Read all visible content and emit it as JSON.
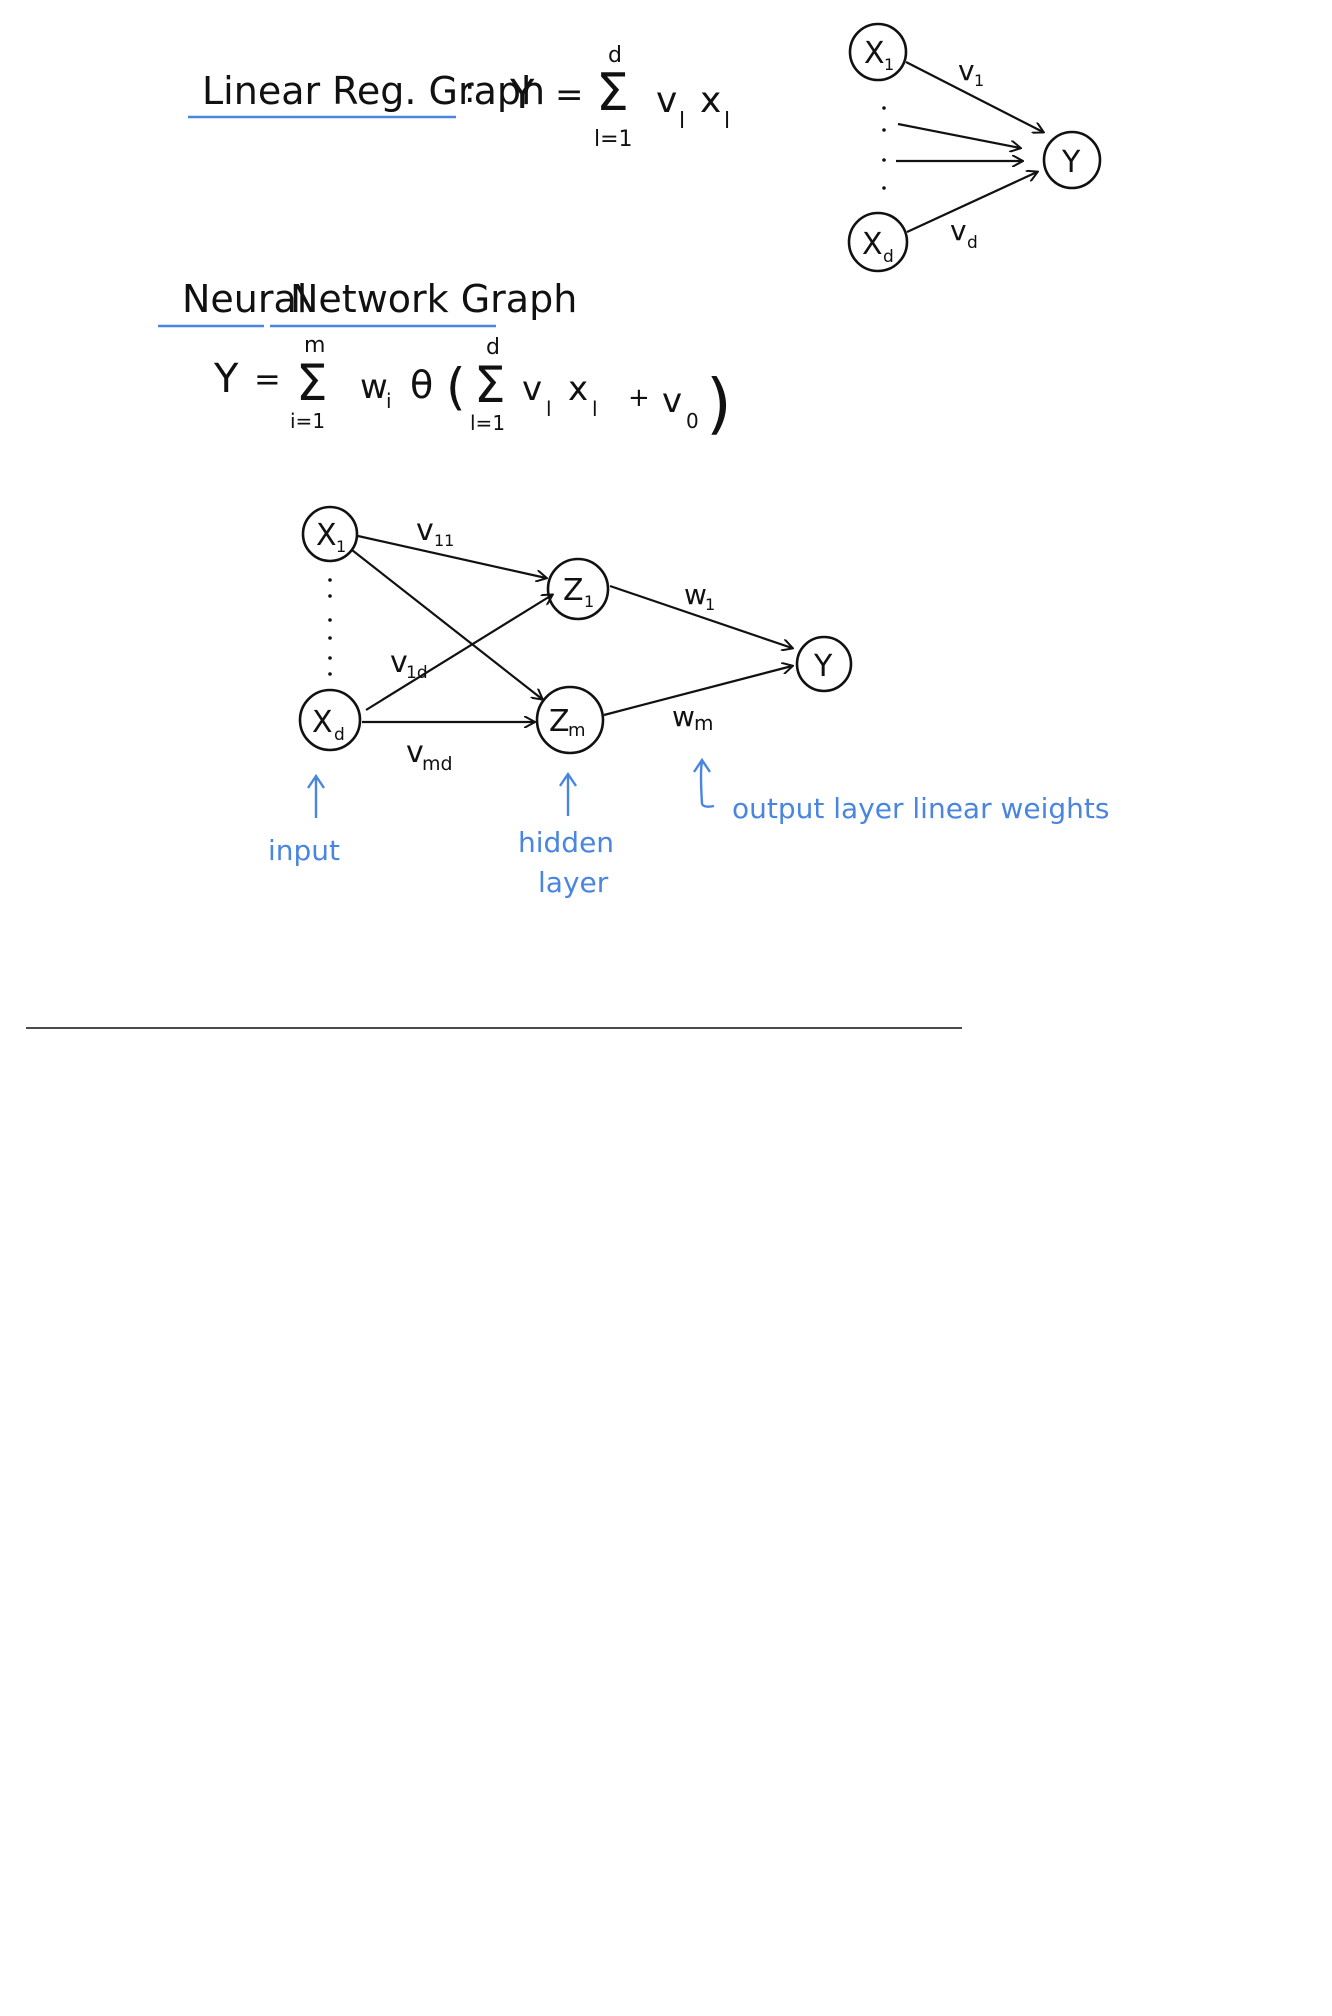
{
  "linear": {
    "title": "Linear Reg. Graph",
    "colon": ":",
    "lhs": "Y",
    "eq": "=",
    "sum_top": "d",
    "sum_sym": "Σ",
    "sum_bottom": "l=1",
    "term_v": "v",
    "term_v_sub": "l",
    "term_x": "x",
    "term_x_sub": "l",
    "nodes": {
      "x1": "X",
      "x1_sub": "1",
      "xd": "X",
      "xd_sub": "d",
      "y": "Y"
    },
    "edges": {
      "v1": "v",
      "v1_sub": "1",
      "vd": "v",
      "vd_sub": "d"
    }
  },
  "neural": {
    "title_word1": "Neural",
    "title_word2": "Network Graph",
    "lhs": "Y",
    "eq": "=",
    "outer_sum_top": "m",
    "outer_sum_sym": "Σ",
    "outer_sum_bottom": "i=1",
    "w": "w",
    "w_sub": "i",
    "theta": "θ",
    "lparen": "(",
    "rparen": ")",
    "inner_sum_top": "d",
    "inner_sum_sym": "Σ",
    "inner_sum_bottom": "l=1",
    "v": "v",
    "v_sub": "l",
    "x": "x",
    "x_sub": "l",
    "plus": "+",
    "v0": "v",
    "v0_sub": "0",
    "nodes": {
      "x1": "X",
      "x1_sub": "1",
      "xd": "X",
      "xd_sub": "d",
      "z1": "Z",
      "z1_sub": "1",
      "zm": "Z",
      "zm_sub": "m",
      "y": "Y"
    },
    "edges": {
      "v11": "v",
      "v11_sub": "11",
      "v1d": "v",
      "v1d_sub": "1d",
      "vmd": "v",
      "vmd_sub": "md",
      "w1": "w",
      "w1_sub": "1",
      "wm": "w",
      "wm_sub": "m"
    },
    "annotations": {
      "input": "input",
      "hidden_1": "hidden",
      "hidden_2": "layer",
      "output": "output layer linear weights"
    }
  }
}
